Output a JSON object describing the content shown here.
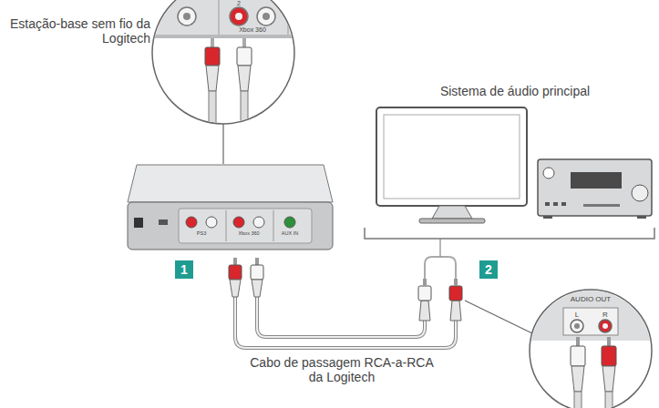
{
  "diagram": {
    "nodes": [
      {
        "text": [
          "1"
        ]
      },
      {
        "text": [
          "2"
        ]
      }
    ],
    "labels": [
      "Estação-base sem fio da Logitech",
      "Sistema de áudio principal",
      "Cabo de passagem RCA-a-RCA da Logitech",
      "2",
      "Xbox 360",
      "PS3",
      "Xbox 360",
      "AUX IN",
      "AUDIO OUT",
      "L",
      "R"
    ]
  }
}
